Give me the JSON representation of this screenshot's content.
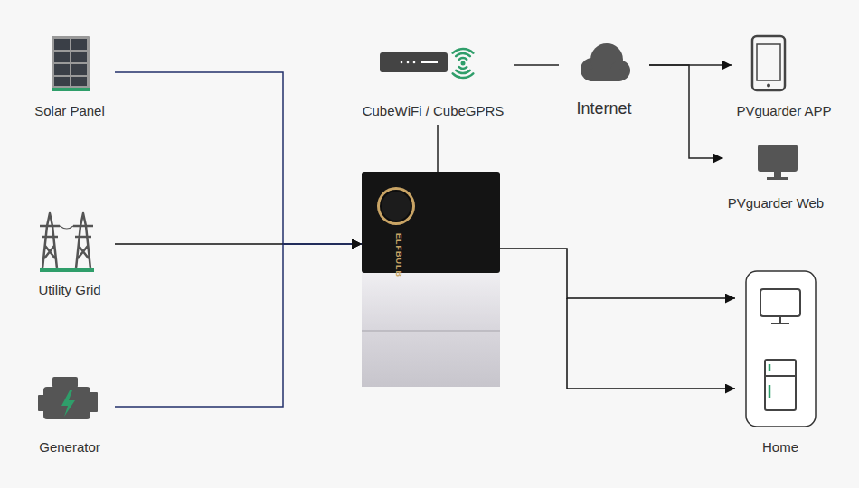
{
  "diagram": {
    "nodes": [
      {
        "text": [
          "Solar Panel"
        ]
      },
      {
        "text": [
          "Utility Grid"
        ]
      },
      {
        "text": [
          "Generator"
        ]
      },
      {
        "text": [
          "CubeWiFi / CubeGPRS"
        ]
      },
      {
        "text": [
          "Internet"
        ]
      },
      {
        "text": [
          "PVguarder APP"
        ]
      },
      {
        "text": [
          "PVguarder Web"
        ]
      },
      {
        "text": [
          "ELFBULB"
        ]
      },
      {
        "text": [
          "Home"
        ]
      }
    ],
    "edges": [
      {
        "from": 0,
        "to": 7,
        "arrow": "to"
      },
      {
        "from": 1,
        "to": 7,
        "arrow": "to"
      },
      {
        "from": 2,
        "to": 7,
        "arrow": "to"
      },
      {
        "from": 3,
        "to": 7,
        "arrow": "none"
      },
      {
        "from": 3,
        "to": 4,
        "arrow": "none"
      },
      {
        "from": 4,
        "to": 5,
        "arrow": "to"
      },
      {
        "from": 4,
        "to": 6,
        "arrow": "to"
      },
      {
        "from": 7,
        "to": 8,
        "arrow": "to"
      }
    ]
  }
}
